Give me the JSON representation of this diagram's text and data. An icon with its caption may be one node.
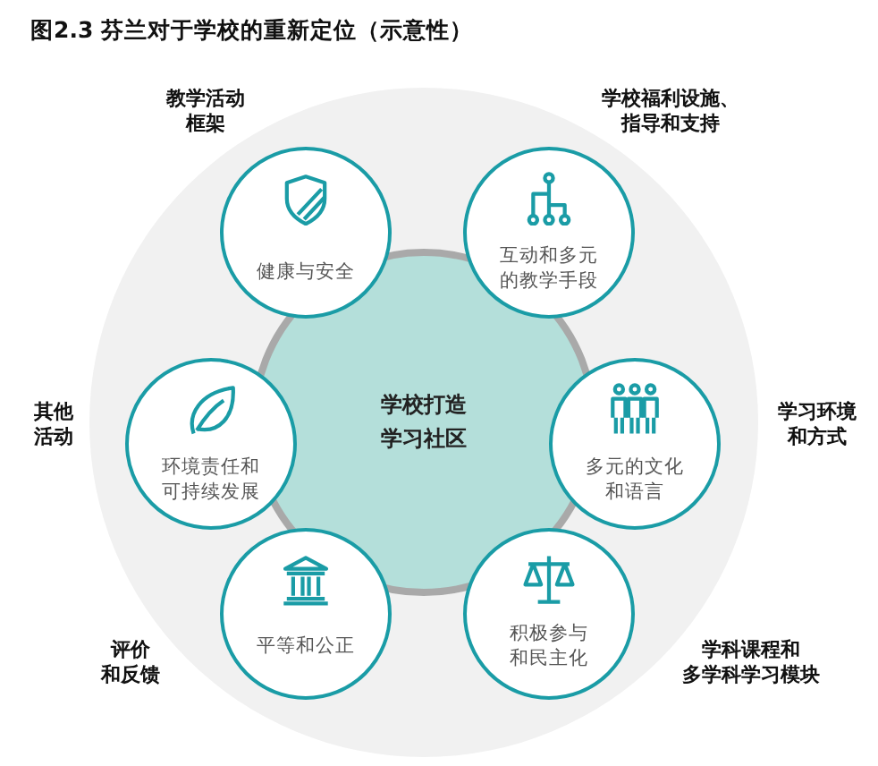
{
  "diagram": {
    "title": "图2.3 芬兰对于学校的重新定位（示意性）",
    "nodes": [
      {
        "text": [
          "学校打造学习社区"
        ]
      },
      {
        "text": [
          "健康与安全"
        ]
      },
      {
        "text": [
          "互动和多元的教学手段"
        ]
      },
      {
        "text": [
          "环境责任和可持续发展"
        ]
      },
      {
        "text": [
          "多元的文化和语言"
        ]
      },
      {
        "text": [
          "平等和公正"
        ]
      },
      {
        "text": [
          "积极参与和民主化"
        ]
      }
    ],
    "labels": [
      "教学活动框架",
      "学校福利设施、指导和支持",
      "其他活动",
      "学习环境和方式",
      "评价和反馈",
      "学科课程和多学科学习模块"
    ]
  }
}
